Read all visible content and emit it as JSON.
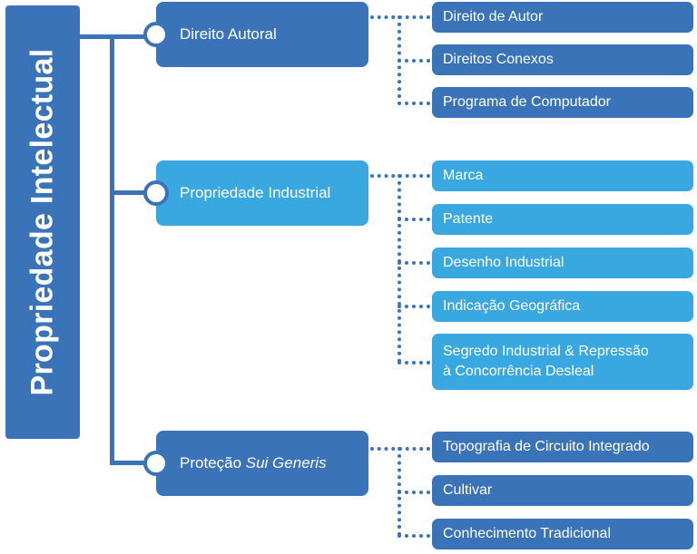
{
  "root": {
    "label": "Propriedade Intelectual"
  },
  "categories": [
    {
      "label": "Direito Autoral",
      "label_emph": "",
      "items": [
        "Direito de Autor",
        "Direitos Conexos",
        "Programa de Computador"
      ]
    },
    {
      "label": "Propriedade Industrial",
      "label_emph": "",
      "items": [
        "Marca",
        "Patente",
        "Desenho Industrial",
        "Indicação Geográfica",
        "Segredo Industrial & Repressão\nà Concorrência Desleal"
      ]
    },
    {
      "label": "Proteção ",
      "label_emph": "Sui Generis",
      "items": [
        "Topografia de Circuito Integrado",
        "Cultivar",
        "Conhecimento Tradicional"
      ]
    }
  ],
  "colors": {
    "dark_blue": "#3a73b8",
    "light_blue": "#3aa8e0",
    "background": "#ffffff"
  }
}
